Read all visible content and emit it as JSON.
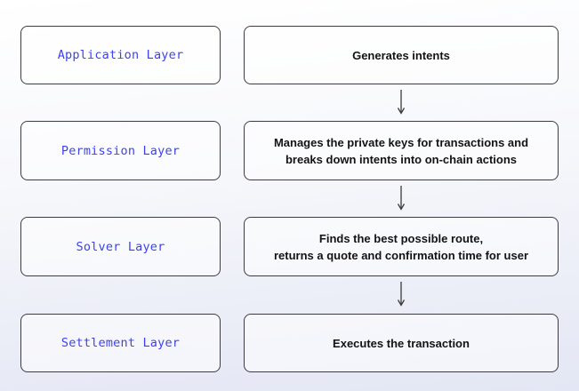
{
  "diagram": {
    "rows": [
      {
        "layer": "Application Layer",
        "description": "Generates intents"
      },
      {
        "layer": "Permission Layer",
        "description": "Manages the private keys for transactions and\nbreaks down intents into on-chain actions"
      },
      {
        "layer": "Solver Layer",
        "description": "Finds the best possible route,\nreturns a quote and confirmation time for user"
      },
      {
        "layer": "Settlement Layer",
        "description": "Executes the transaction"
      }
    ],
    "arrow_glyph": "↓"
  },
  "colors": {
    "accent_blue": "#3c42ee",
    "box_border": "#3c3c42",
    "arrow_color": "#3a3a3a",
    "text_dark": "#131313",
    "background_top": "#ffffff",
    "background_bottom": "#e3e6f4"
  }
}
